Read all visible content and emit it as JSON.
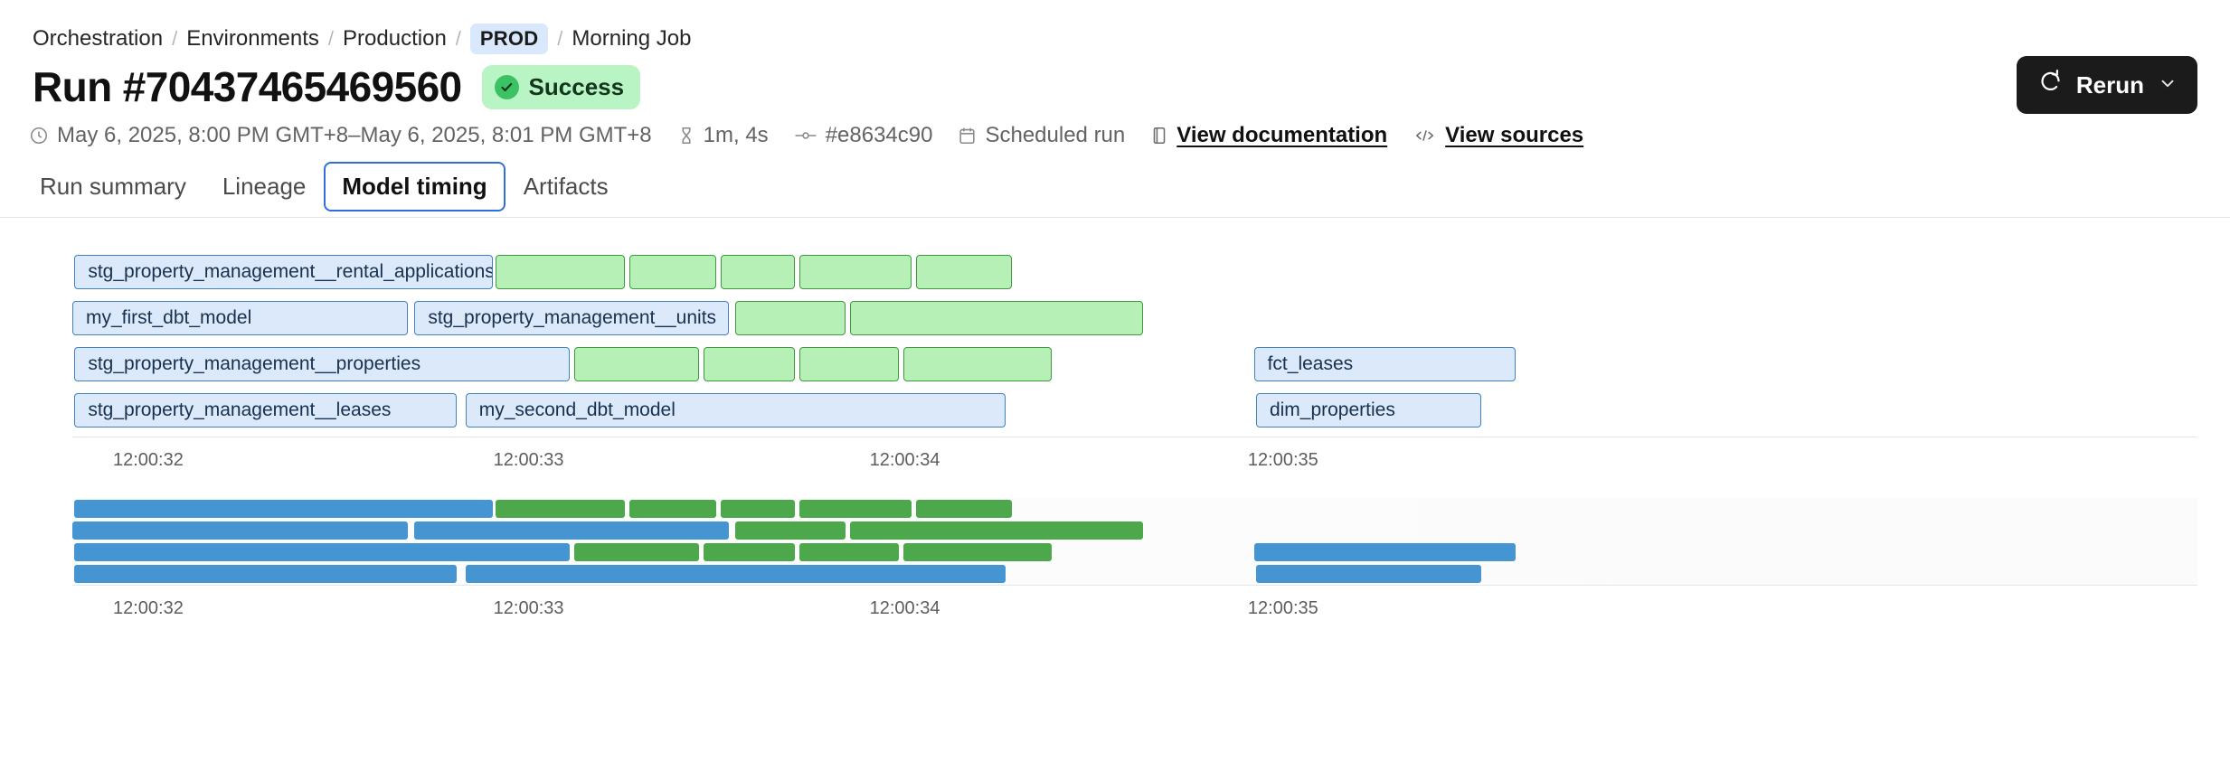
{
  "breadcrumb": {
    "items": [
      {
        "label": "Orchestration",
        "type": "link"
      },
      {
        "label": "Environments",
        "type": "link"
      },
      {
        "label": "Production",
        "type": "link"
      },
      {
        "label": "PROD",
        "type": "badge"
      },
      {
        "label": "Morning Job",
        "type": "text"
      }
    ],
    "separator": "/"
  },
  "header": {
    "title": "Run #70437465469560",
    "status": {
      "label": "Success",
      "color": "#b9f5c4",
      "dot_color": "#3cc264",
      "icon": "check-icon"
    },
    "rerun": {
      "label": "Rerun",
      "icon": "refresh-icon",
      "caret": "chevron-down-icon",
      "bg": "#1b1b1b"
    }
  },
  "meta": {
    "timerange": "May 6, 2025, 8:00 PM GMT+8–May 6, 2025, 8:01 PM GMT+8",
    "timerange_icon": "clock-icon",
    "duration": "1m, 4s",
    "duration_icon": "hourglass-icon",
    "commit": "#e8634c90",
    "commit_icon": "git-commit-icon",
    "trigger": "Scheduled run",
    "trigger_icon": "calendar-icon",
    "documentation": "View documentation",
    "documentation_icon": "book-icon",
    "sources": "View sources",
    "sources_icon": "code-icon"
  },
  "tabs": [
    {
      "label": "Run summary",
      "active": false
    },
    {
      "label": "Lineage",
      "active": false
    },
    {
      "label": "Model timing",
      "active": true
    },
    {
      "label": "Artifacts",
      "active": false
    }
  ],
  "chart_data": {
    "type": "bar",
    "title": "Model timing",
    "xlabel": "",
    "ylabel": "",
    "grid": false,
    "legend": null,
    "axis_ticks": [
      "12:00:32",
      "12:00:33",
      "12:00:34",
      "12:00:35"
    ],
    "axis_tick_pct": [
      2.0,
      19.9,
      37.6,
      55.4
    ],
    "colors": {
      "model_fill": "#dbe9fb",
      "model_border": "#3e82c2",
      "test_fill": "#b6f0b6",
      "test_border": "#3f9a3f",
      "mini_model": "#4495d1",
      "mini_test": "#4ca84a"
    },
    "rows": [
      {
        "index": 0,
        "bars": [
          {
            "label": "stg_property_management__rental_applications",
            "kind": "model",
            "start_pct": 0.1,
            "width_pct": 19.7
          },
          {
            "label": "",
            "kind": "test",
            "start_pct": 19.9,
            "width_pct": 6.1
          },
          {
            "label": "",
            "kind": "test",
            "start_pct": 26.2,
            "width_pct": 4.1
          },
          {
            "label": "",
            "kind": "test",
            "start_pct": 30.5,
            "width_pct": 3.5
          },
          {
            "label": "",
            "kind": "test",
            "start_pct": 34.2,
            "width_pct": 5.3
          },
          {
            "label": "",
            "kind": "test",
            "start_pct": 39.7,
            "width_pct": 4.5
          }
        ]
      },
      {
        "index": 1,
        "bars": [
          {
            "label": "my_first_dbt_model",
            "kind": "model",
            "start_pct": 0.0,
            "width_pct": 15.8
          },
          {
            "label": "stg_property_management__units",
            "kind": "model",
            "start_pct": 16.1,
            "width_pct": 14.8
          },
          {
            "label": "",
            "kind": "test",
            "start_pct": 31.2,
            "width_pct": 5.2
          },
          {
            "label": "",
            "kind": "test",
            "start_pct": 36.6,
            "width_pct": 13.8
          }
        ]
      },
      {
        "index": 2,
        "bars": [
          {
            "label": "stg_property_management__properties",
            "kind": "model",
            "start_pct": 0.1,
            "width_pct": 23.3
          },
          {
            "label": "",
            "kind": "test",
            "start_pct": 23.6,
            "width_pct": 5.9
          },
          {
            "label": "",
            "kind": "test",
            "start_pct": 29.7,
            "width_pct": 4.3
          },
          {
            "label": "",
            "kind": "test",
            "start_pct": 34.2,
            "width_pct": 4.7
          },
          {
            "label": "",
            "kind": "test",
            "start_pct": 39.1,
            "width_pct": 7.0
          },
          {
            "label": "fct_leases",
            "kind": "model",
            "start_pct": 55.6,
            "width_pct": 12.3
          }
        ]
      },
      {
        "index": 3,
        "bars": [
          {
            "label": "stg_property_management__leases",
            "kind": "model",
            "start_pct": 0.1,
            "width_pct": 18.0
          },
          {
            "label": "my_second_dbt_model",
            "kind": "model",
            "start_pct": 18.5,
            "width_pct": 25.4
          },
          {
            "label": "dim_properties",
            "kind": "model",
            "start_pct": 55.7,
            "width_pct": 10.6
          }
        ]
      }
    ],
    "minimap_rows": [
      {
        "index": 0,
        "bars": [
          {
            "kind": "model",
            "start_pct": 0.1,
            "width_pct": 19.7
          },
          {
            "kind": "test",
            "start_pct": 19.9,
            "width_pct": 6.1
          },
          {
            "kind": "test",
            "start_pct": 26.2,
            "width_pct": 4.1
          },
          {
            "kind": "test",
            "start_pct": 30.5,
            "width_pct": 3.5
          },
          {
            "kind": "test",
            "start_pct": 34.2,
            "width_pct": 5.3
          },
          {
            "kind": "test",
            "start_pct": 39.7,
            "width_pct": 4.5
          }
        ]
      },
      {
        "index": 1,
        "bars": [
          {
            "kind": "model",
            "start_pct": 0.0,
            "width_pct": 15.8
          },
          {
            "kind": "model",
            "start_pct": 16.1,
            "width_pct": 14.8
          },
          {
            "kind": "test",
            "start_pct": 31.2,
            "width_pct": 5.2
          },
          {
            "kind": "test",
            "start_pct": 36.6,
            "width_pct": 13.8
          }
        ]
      },
      {
        "index": 2,
        "bars": [
          {
            "kind": "model",
            "start_pct": 0.1,
            "width_pct": 23.3
          },
          {
            "kind": "test",
            "start_pct": 23.6,
            "width_pct": 5.9
          },
          {
            "kind": "test",
            "start_pct": 29.7,
            "width_pct": 4.3
          },
          {
            "kind": "test",
            "start_pct": 34.2,
            "width_pct": 4.7
          },
          {
            "kind": "test",
            "start_pct": 39.1,
            "width_pct": 7.0
          },
          {
            "kind": "model",
            "start_pct": 55.6,
            "width_pct": 12.3
          }
        ]
      },
      {
        "index": 3,
        "bars": [
          {
            "kind": "model",
            "start_pct": 0.1,
            "width_pct": 18.0
          },
          {
            "kind": "model",
            "start_pct": 18.5,
            "width_pct": 25.4
          },
          {
            "kind": "model",
            "start_pct": 55.7,
            "width_pct": 10.6
          }
        ]
      }
    ],
    "minimap_axis_ticks": [
      "12:00:32",
      "12:00:33",
      "12:00:34",
      "12:00:35"
    ],
    "minimap_axis_tick_pct": [
      2.0,
      19.9,
      37.6,
      55.4
    ]
  }
}
